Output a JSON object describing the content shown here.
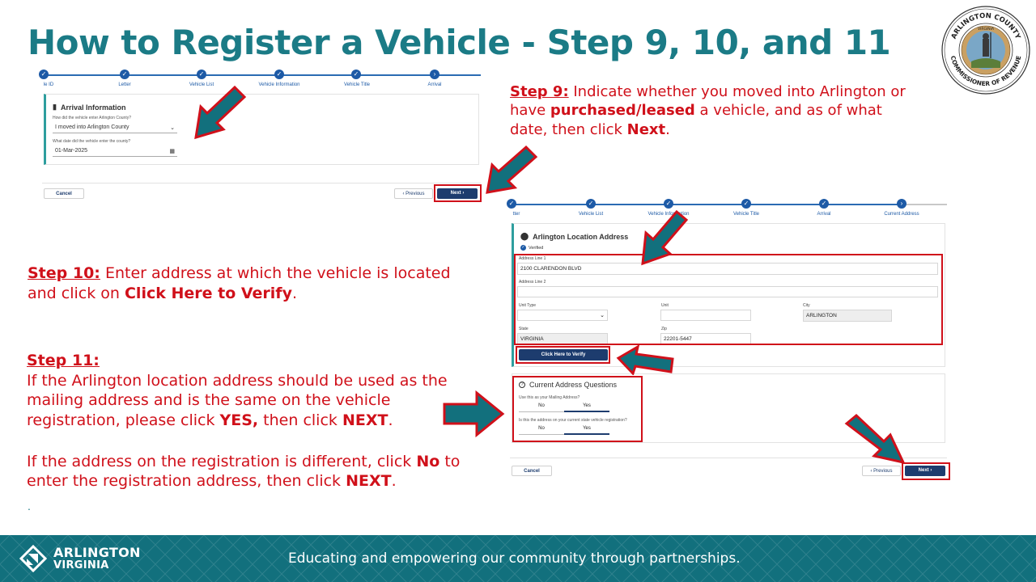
{
  "slide": {
    "title": "How to Register a Vehicle - Step 9, 10, and 11"
  },
  "seal": {
    "text_top": "ARLINGTON COUNTY",
    "text_bottom": "COMMISSIONER OF REVENUE",
    "text_inner": "VIRGINIA"
  },
  "step9": {
    "heading": "Step 9:",
    "t1": " Indicate whether you moved into Arlington or have ",
    "b1": "purchased/leased",
    "t2": " a vehicle, and as of what date, then click ",
    "b2": "Next",
    "t3": "."
  },
  "step10": {
    "heading": "Step 10:",
    "t1": " Enter address at which the vehicle is located and click on ",
    "b1": "Click Here to Verify",
    "t2": "."
  },
  "step11": {
    "heading": "Step 11:",
    "p1_t1": "If the Arlington location address should be used as the mailing address and is the same on the vehicle registration, please click ",
    "p1_b1": "YES,",
    "p1_t2": " then click ",
    "p1_b2": "NEXT",
    "p1_t3": ".",
    "p2_t1": "If the address on the registration is different, click ",
    "p2_b1": "No",
    "p2_t2": " to enter the registration address, then click ",
    "p2_b2": "NEXT",
    "p2_t3": "."
  },
  "dot": ".",
  "screenshot1": {
    "steps": [
      "le ID",
      "Letter",
      "Vehicle List",
      "Vehicle Information",
      "Vehicle Title",
      "Arrival"
    ],
    "card_title": "Arrival Information",
    "q1_label": "How did the vehicle enter Arlington County?",
    "q1_value": "I moved into Arlington County",
    "q2_label": "What date did the vehicle enter the county?",
    "q2_value": "01-Mar-2025",
    "cancel": "Cancel",
    "previous": "Previous",
    "next": "Next"
  },
  "screenshot2": {
    "steps": [
      "tter",
      "Vehicle List",
      "Vehicle Information",
      "Vehicle Title",
      "Arrival",
      "Current Address"
    ],
    "card_title": "Arlington Location Address",
    "verified": "Verified",
    "addr1_label": "Address Line 1",
    "addr1_value": "2100 CLARENDON BLVD",
    "addr2_label": "Address Line 2",
    "unit_type_label": "Unit Type",
    "unit_label": "Unit",
    "city_label": "City",
    "city_value": "ARLINGTON",
    "state_label": "State",
    "state_value": "VIRGINIA",
    "zip_label": "Zip",
    "zip_value": "22201-5447",
    "verify_button": "Click Here to Verify",
    "cq_title": "Current Address Questions",
    "cq1_label": "Use this as your Mailing Address?",
    "cq2_label": "Is this the address on your current state vehicle registration?",
    "no": "No",
    "yes": "Yes",
    "cancel": "Cancel",
    "previous": "Previous",
    "next": "Next"
  },
  "footer": {
    "logo_line1": "ARLINGTON",
    "logo_line2": "VIRGINIA",
    "tagline": "Educating and empowering our community through partnerships."
  },
  "colors": {
    "title": "#1b7b86",
    "red": "#d0101a",
    "arrow_fill": "#12707d",
    "footer": "#12707d",
    "navy": "#1d3c6e"
  }
}
